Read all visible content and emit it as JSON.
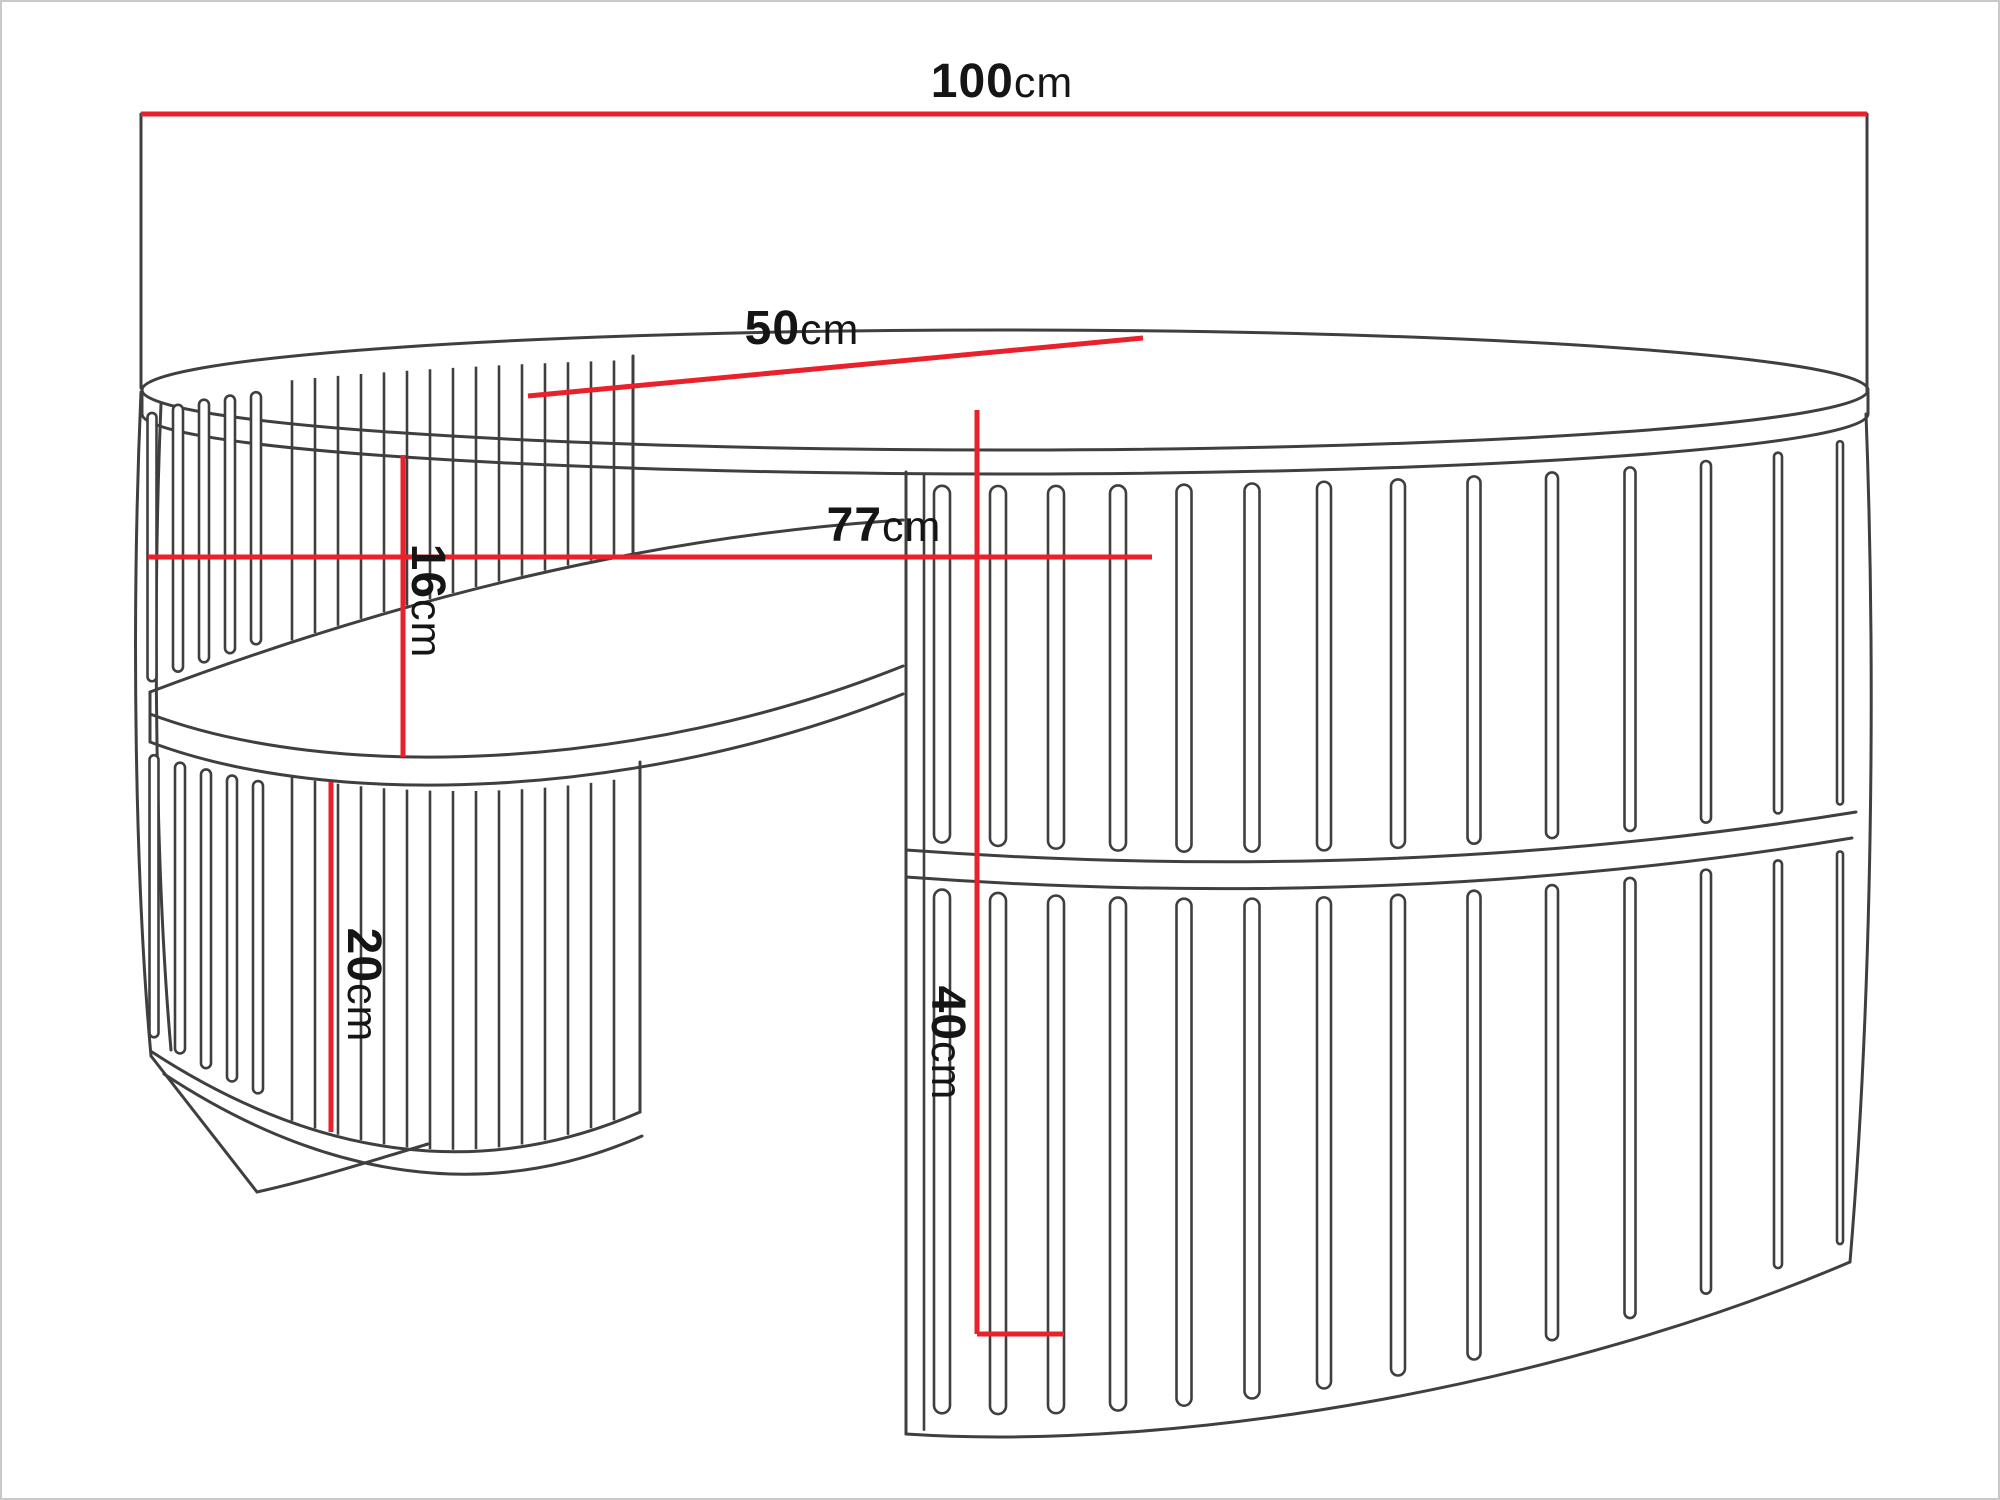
{
  "diagram": {
    "type": "furniture-dimension-diagram",
    "subject": "oval slatted coffee table with shelf",
    "unit": "cm",
    "dimensions": {
      "width": {
        "value": "100",
        "unit": "cm",
        "description": "overall width"
      },
      "depth": {
        "value": "50",
        "unit": "cm",
        "description": "table top depth"
      },
      "inner_width": {
        "value": "77",
        "unit": "cm",
        "description": "inner shelf width"
      },
      "shelf_clearance": {
        "value": "16",
        "unit": "cm",
        "description": "top to shelf clearance"
      },
      "base_height": {
        "value": "20",
        "unit": "cm",
        "description": "shelf to floor edge height"
      },
      "total_height": {
        "value": "40",
        "unit": "cm",
        "description": "overall height"
      }
    },
    "colors": {
      "dimension": "#e8212b",
      "outline": "#3f3f3f",
      "background": "#ffffff",
      "border": "#c9c9c9"
    }
  }
}
